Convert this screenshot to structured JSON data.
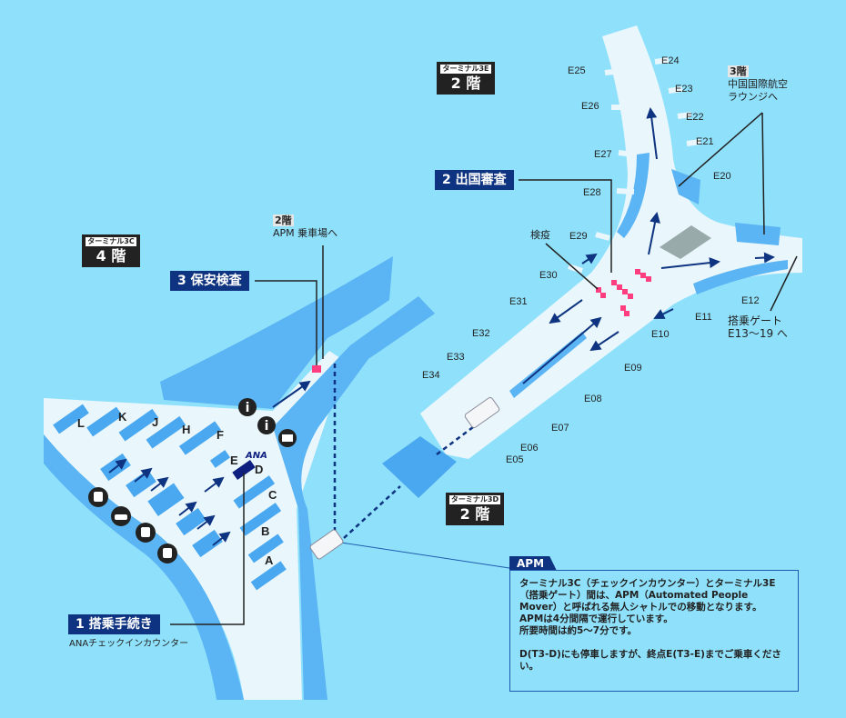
{
  "terminals": {
    "t3e": {
      "tag": "ターミナル3E",
      "floor": "2 階"
    },
    "t3c": {
      "tag": "ターミナル3C",
      "floor": "4 階"
    },
    "t3d": {
      "tag": "ターミナル3D",
      "floor": "2 階"
    }
  },
  "steps": {
    "checkin": "1 搭乗手続き",
    "immigration": "2 出国審査",
    "security": "3 保安検査"
  },
  "notes": {
    "checkin_sub": "ANAチェックインカウンター",
    "apm_floor": "2階",
    "apm_platform": "APM 乗車場へ",
    "quarantine": "検疫",
    "lounge_floor": "3階",
    "lounge_line1": "中国国際航空",
    "lounge_line2": "ラウンジへ",
    "gates_line1": "搭乗ゲート",
    "gates_line2": "E13〜19 へ",
    "ana_logo": "ANA"
  },
  "gates": [
    "E05",
    "E06",
    "E07",
    "E08",
    "E09",
    "E10",
    "E11",
    "E12",
    "E20",
    "E21",
    "E22",
    "E23",
    "E24",
    "E25",
    "E26",
    "E27",
    "E28",
    "E29",
    "E30",
    "E31",
    "E32",
    "E33",
    "E34"
  ],
  "counters": [
    "L",
    "K",
    "J",
    "H",
    "F",
    "E",
    "D",
    "C",
    "B",
    "A"
  ],
  "apm_info": {
    "title": "APM",
    "para1": "ターミナル3C（チェックインカウンター）とターミナル3E（搭乗ゲート）間は、APM（Automated People Mover）と呼ばれる無人シャトルでの移動となります。\nAPMは4分間隔で運行しています。\n所要時間は約5〜7分です。",
    "para2": "D(T3-D)にも停車しますが、終点E(T3-E)までご乗車ください。"
  },
  "colors": {
    "background": "#8fe1fb",
    "floor": "#e9f7fd",
    "block": "#4aa8f0",
    "navy": "#0e3380",
    "checkpoint": "#ff3d7f"
  }
}
